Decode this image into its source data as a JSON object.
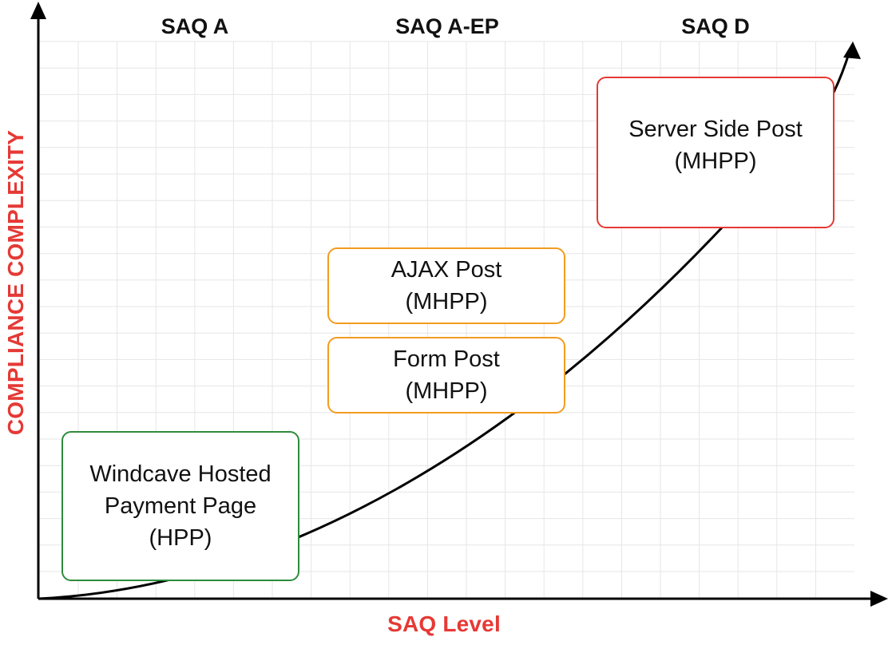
{
  "columns": [
    "SAQ A",
    "SAQ A-EP",
    "SAQ D"
  ],
  "axes": {
    "x_title": "SAQ Level",
    "y_title": "COMPLIANCE COMPLEXITY"
  },
  "boxes": [
    {
      "text": "Windcave Hosted\nPayment Page\n(HPP)",
      "color": "#2e8b3d"
    },
    {
      "text": "Form Post\n(MHPP)",
      "color": "#f39c1f"
    },
    {
      "text": "AJAX Post\n(MHPP)",
      "color": "#f39c1f"
    },
    {
      "text": "Server Side Post\n(MHPP)",
      "color": "#e53935"
    }
  ],
  "colors": {
    "accent": "#e53935",
    "grid": "#e6e6e6",
    "axis": "#000000"
  }
}
